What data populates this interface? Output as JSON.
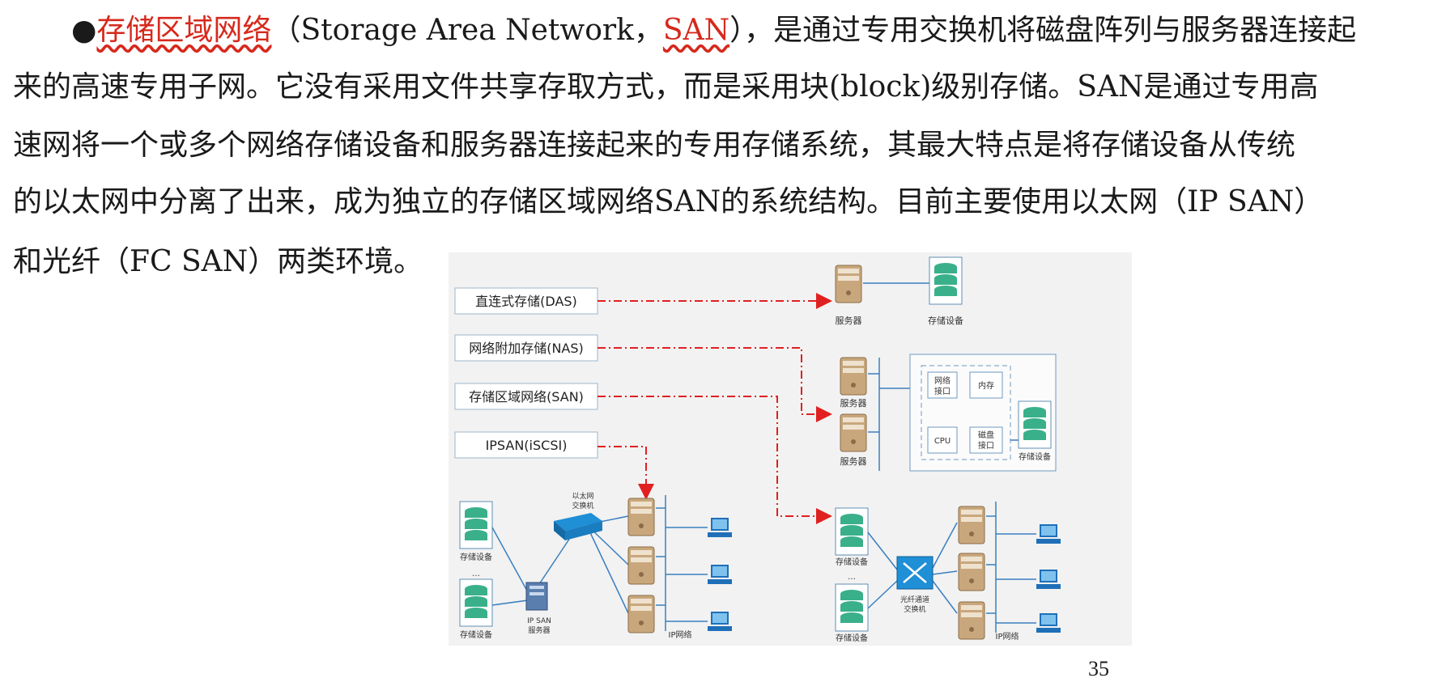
{
  "paragraph": {
    "bullet": "●",
    "term_highlight": "存储区域网络",
    "line1_mid": "（Storage Area Network，",
    "abbr_highlight": "SAN",
    "line1_end": "），是通过专用交换机将磁盘阵列与服务器连接起",
    "line2": "来的高速专用子网。它没有采用文件共享存取方式，而是采用块(block)级别存储。SAN是通过专用高",
    "line3": "速网将一个或多个网络存储设备和服务器连接起来的专用存储系统，其最大特点是将存储设备从传统",
    "line4": "的以太网中分离了出来，成为独立的存储区域网络SAN的系统结构。目前主要使用以太网（IP SAN）",
    "line5": "和光纤（FC SAN）两类环境。"
  },
  "figure": {
    "labels": {
      "das": "直连式存储(DAS)",
      "nas": "网络附加存储(NAS)",
      "san": "存储区域网络(SAN)",
      "ipsan": "IPSAN(iSCSI)"
    },
    "das_server": "服务器",
    "das_storage": "存储设备",
    "nas_server1": "服务器",
    "nas_server2": "服务器",
    "nas_net_if": [
      "网络",
      "接口"
    ],
    "nas_memory": "内存",
    "nas_cpu": "CPU",
    "nas_disk_if": [
      "磁盘",
      "接口"
    ],
    "nas_storage": "存储设备",
    "ip_switch": [
      "以太网",
      "交换机"
    ],
    "ip_storage1": "存储设备",
    "ip_storage2": "存储设备",
    "ellipsis": "…",
    "ipsan_server": [
      "IP SAN",
      "服务器"
    ],
    "ip_network": "IP网络",
    "fc_storage1": "存储设备",
    "fc_storage2": "存储设备",
    "fc_switch": [
      "光纤通道",
      "交换机"
    ],
    "fc_network": "IP网络"
  },
  "page_number": "35",
  "colors": {
    "highlight": "#d6291c",
    "arrow": "#e02020",
    "line": "#3a7fc0",
    "db": "#3ab08a",
    "switch": "#1f8fd6"
  }
}
